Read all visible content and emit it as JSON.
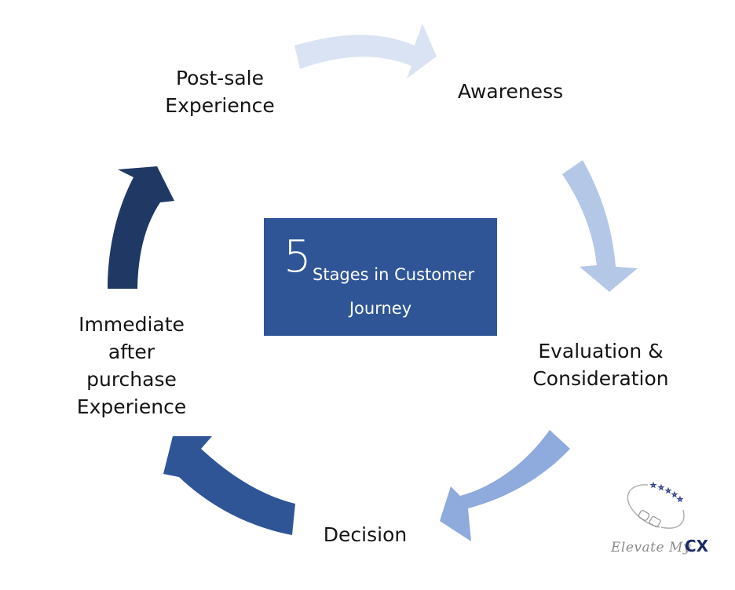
{
  "diagram": {
    "title_number": "5",
    "title_line1": "Stages in Customer",
    "title_line2": "Journey",
    "stages": [
      {
        "name": "Awareness",
        "lines": [
          "Awareness"
        ]
      },
      {
        "name": "Evaluation & Consideration",
        "lines": [
          "Evaluation &",
          "Consideration"
        ]
      },
      {
        "name": "Decision",
        "lines": [
          "Decision"
        ]
      },
      {
        "name": "Immediate after purchase Experience",
        "lines": [
          "Immediate",
          "after",
          "purchase",
          "Experience"
        ]
      },
      {
        "name": "Post-sale Experience",
        "lines": [
          "Post-sale",
          "Experience"
        ]
      }
    ],
    "arrows": [
      {
        "from": "Post-sale Experience",
        "to": "Awareness",
        "color": "#dae3f3"
      },
      {
        "from": "Awareness",
        "to": "Evaluation & Consideration",
        "color": "#b4c7e7"
      },
      {
        "from": "Evaluation & Consideration",
        "to": "Decision",
        "color": "#8faadc"
      },
      {
        "from": "Decision",
        "to": "Immediate after purchase Experience",
        "color": "#2f5597"
      },
      {
        "from": "Immediate after purchase Experience",
        "to": "Post-sale Experience",
        "color": "#1f3864"
      }
    ],
    "center_box_color": "#2f5597"
  },
  "logo": {
    "script_text": "Elevate My",
    "brand_text": "CX",
    "stars": 5,
    "brand_color": "#1a2a66"
  }
}
